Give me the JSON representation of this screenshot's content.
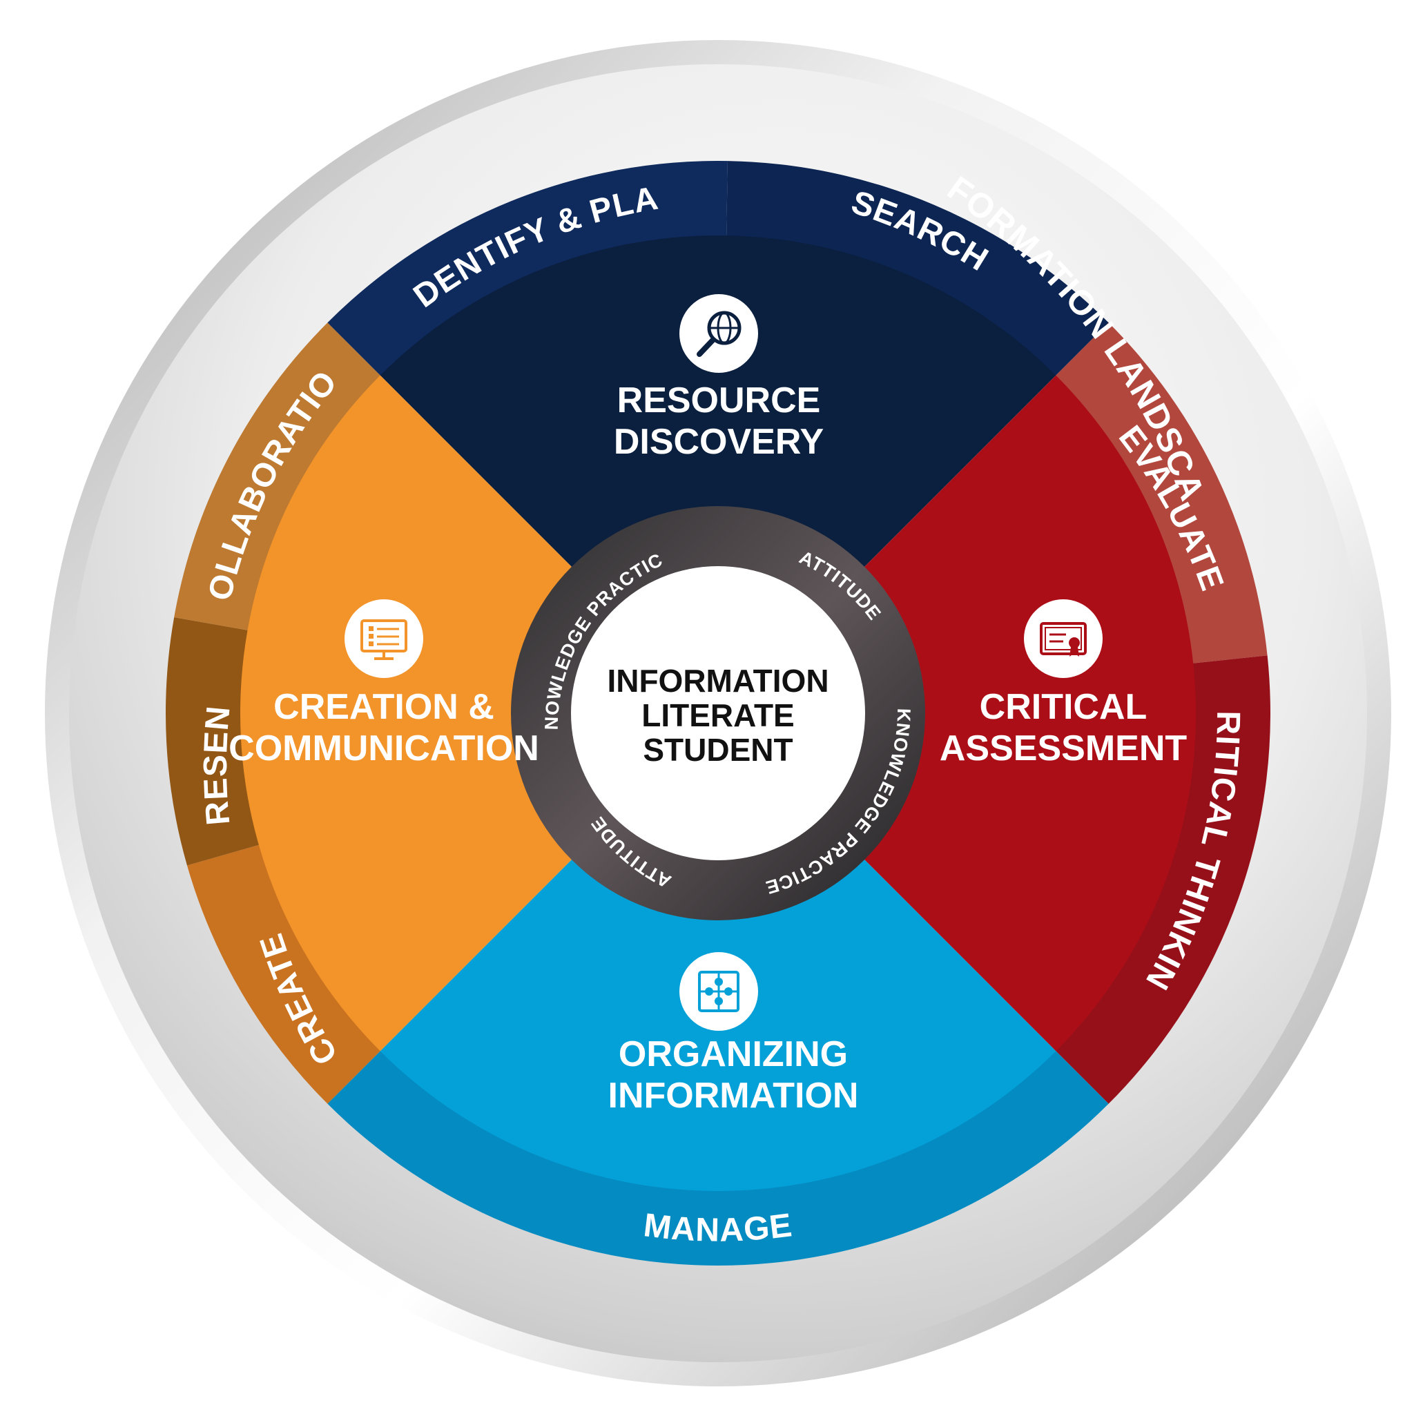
{
  "outer_ring": {
    "label": "INFORMATION LANDSCAPE"
  },
  "center": {
    "lines": [
      "INFORMATION",
      "LITERATE",
      "STUDENT"
    ]
  },
  "inner_ring": {
    "labels": [
      "KNOWLEDGE PRACTICE",
      "ATTITUDE",
      "KNOWLEDGE PRACTICE",
      "ATTITUDE"
    ]
  },
  "quadrants": {
    "resource_discovery": {
      "title_lines": [
        "RESOURCE",
        "DISCOVERY"
      ],
      "icon": "globe-magnifier-icon",
      "color": "#0b1f3f",
      "band_color": "#0f2a5c",
      "segments": [
        "IDENTIFY & PLAN",
        "SEARCH"
      ]
    },
    "critical_assessment": {
      "title_lines": [
        "CRITICAL",
        "ASSESSMENT"
      ],
      "icon": "certificate-icon",
      "color": "#ac0e17",
      "band_colors": [
        "#b2473e",
        "#96101a"
      ],
      "segments": [
        "EVALUATE",
        "CRITICAL THINKING"
      ]
    },
    "organizing_information": {
      "title_lines": [
        "ORGANIZING",
        "INFORMATION"
      ],
      "icon": "puzzle-icon",
      "color": "#04a1d9",
      "band_color": "#048cc2",
      "segments": [
        "MANAGE"
      ]
    },
    "creation_communication": {
      "title_lines": [
        "CREATION &",
        "COMMUNICATION"
      ],
      "icon": "monitor-checklist-icon",
      "color": "#f2942a",
      "band_colors": [
        "#bd7a30",
        "#925714",
        "#c97320"
      ],
      "segments": [
        "COLLABORATION",
        "PRESENT",
        "CREATE"
      ]
    }
  }
}
